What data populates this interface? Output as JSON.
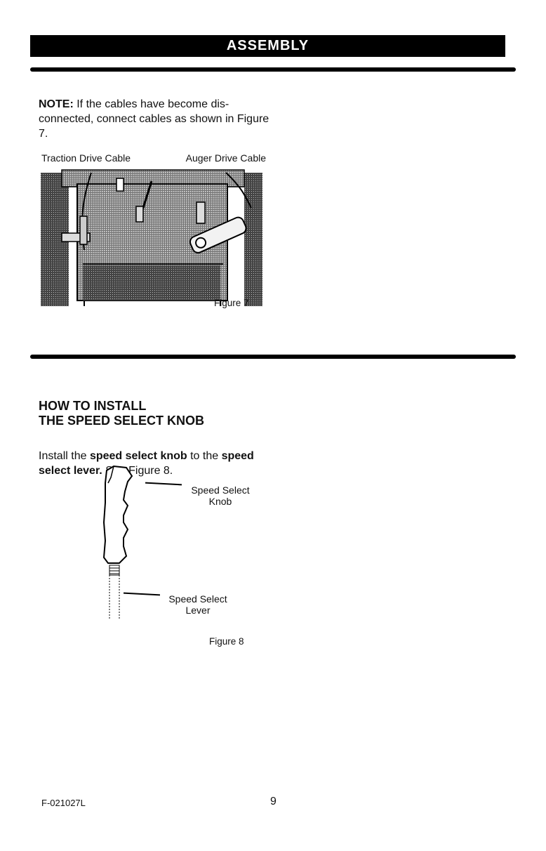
{
  "header": {
    "title": "ASSEMBLY"
  },
  "note": {
    "label": "NOTE:",
    "text": " If the cables have become dis- connected, connect cables as shown in Figure 7."
  },
  "figure7": {
    "label_left": "Traction Drive Cable",
    "label_right": "Auger Drive Cable",
    "caption": "Figure 7"
  },
  "section": {
    "title_line1": "HOW TO INSTALL",
    "title_line2": "THE SPEED SELECT KNOB",
    "body_prefix": "Install the ",
    "body_bold1": "speed select knob",
    "body_mid": " to the ",
    "body_bold2": "speed select lever.",
    "body_suffix": " See Figure 8."
  },
  "figure8": {
    "knob_label_line1": "Speed Select",
    "knob_label_line2": "Knob",
    "lever_label_line1": "Speed Select",
    "lever_label_line2": "Lever",
    "caption": "Figure 8"
  },
  "footer": {
    "code": "F-021027L",
    "page": "9"
  }
}
